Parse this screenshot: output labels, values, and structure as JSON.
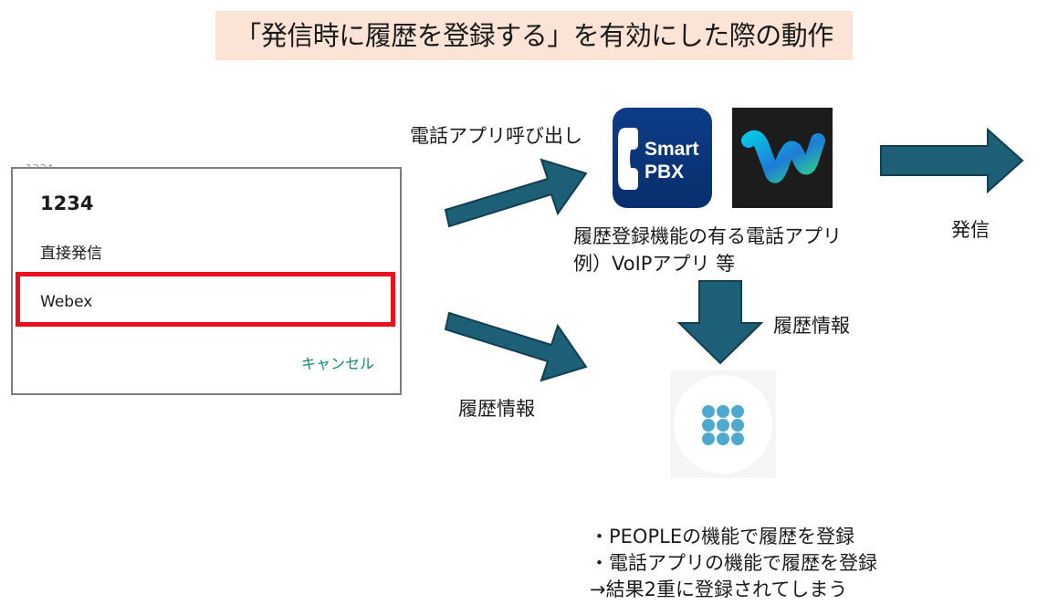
{
  "title": "「発信時に履歴を登録する」を有効にした際の動作",
  "dialog": {
    "number": "1234",
    "option_direct": "直接発信",
    "option_webex": "Webex",
    "cancel": "キャンセル",
    "highlight_color": "#e8111e",
    "accent_color": "#11897a"
  },
  "labels": {
    "call_phone_app": "電話アプリ呼び出し",
    "history_info_lower": "履歴情報",
    "history_info_right": "履歴情報",
    "outgoing": "発信",
    "app_desc_line1": "履歴登録機能の有る電話アプリ",
    "app_desc_line2": "例）VoIPアプリ 等"
  },
  "smartpbx": {
    "line1": "Smart",
    "line2": "PBX"
  },
  "notes": [
    "・PEOPLEの機能で履歴を登録",
    "・電話アプリの機能で履歴を登録",
    "→結果2重に登録されてしまう"
  ],
  "colors": {
    "arrow_fill": "#1d5f77",
    "arrow_stroke": "#123e50",
    "title_bg": "#fbe3d6",
    "people_dots": "#4ea8cf"
  },
  "icons": [
    "smartpbx-app-icon",
    "webex-app-icon",
    "people-dialpad-icon"
  ]
}
